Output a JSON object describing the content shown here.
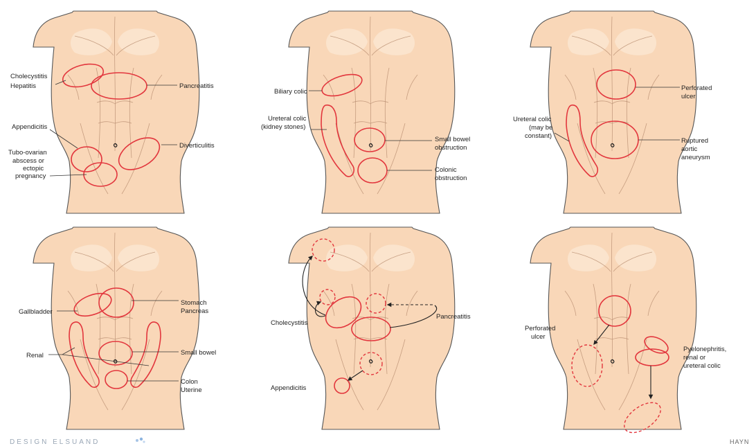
{
  "panels": [
    {
      "labels": [
        "Cholecystitis",
        "Hepatitis",
        "Pancreatitis",
        "Appendicitis",
        "Diverticulitis",
        "Tubo-ovarian",
        "abscess or",
        "ectopic",
        "pregnancy"
      ]
    },
    {
      "labels": [
        "Biliary colic",
        "Ureteral colic",
        "(kidney stones)",
        "Small bowel",
        "obstruction",
        "Colonic",
        "obstruction"
      ]
    },
    {
      "labels": [
        "Perforated",
        "ulcer",
        "Ureteral colic",
        "(may be",
        "constant)",
        "Ruptured",
        "aortic",
        "aneurysm"
      ]
    },
    {
      "labels": [
        "Gallbladder",
        "Stomach",
        "Pancreas",
        "Renal",
        "Small bowel",
        "Colon",
        "Uterine"
      ]
    },
    {
      "labels": [
        "Cholecystitis",
        "Pancreatitis",
        "Appendicitis"
      ]
    },
    {
      "labels": [
        "Perforated",
        "ulcer",
        "Pyelonephritis,",
        "renal or",
        "ureteral colic"
      ]
    }
  ],
  "footer": {
    "left": "DESIGN ELSUAND",
    "right": "HAYN"
  },
  "colors": {
    "skin": "#f9d7b8",
    "region": "#e2363d",
    "outline": "#555555"
  }
}
